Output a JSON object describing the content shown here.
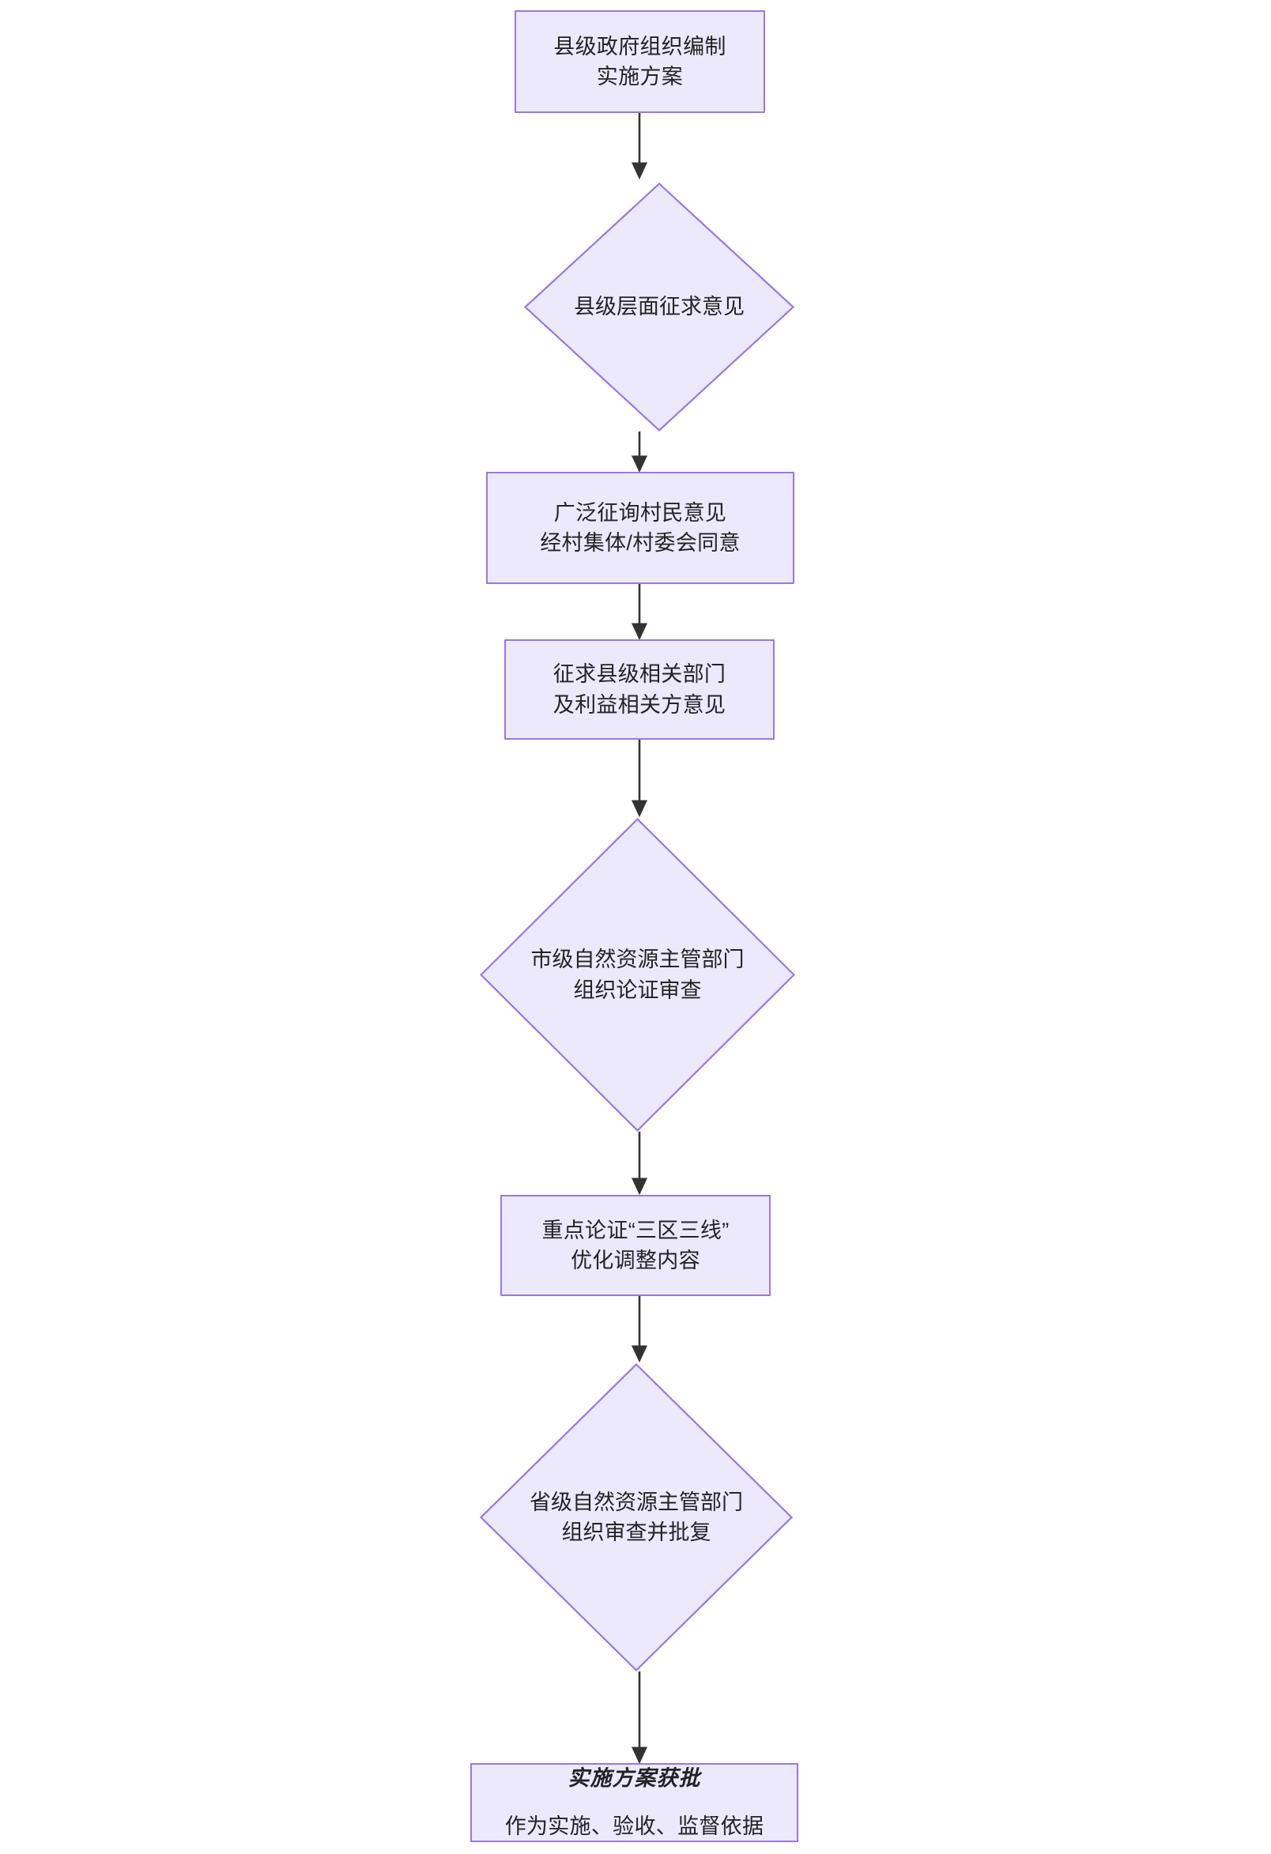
{
  "diagram": {
    "type": "flowchart",
    "orientation": "top-to-bottom",
    "theme": {
      "node_fill": "#ebe9fb",
      "node_border": "#9a77e3",
      "edge_color": "#333333",
      "text_color": "#232327",
      "background": "#ffffff"
    },
    "nodes": [
      {
        "id": "n1",
        "shape": "rect",
        "text": "县级政府组织编制\n实施方案",
        "lines": [
          "县级政府组织编制",
          "实施方案"
        ]
      },
      {
        "id": "n2",
        "shape": "diamond",
        "text": "县级层面征求意见",
        "lines": [
          "县级层面征求意见"
        ]
      },
      {
        "id": "n3",
        "shape": "rect",
        "text": "广泛征询村民意见\n经村集体/村委会同意",
        "lines": [
          "广泛征询村民意见",
          "经村集体/村委会同意"
        ]
      },
      {
        "id": "n4",
        "shape": "rect",
        "text": "征求县级相关部门\n及利益相关方意见",
        "lines": [
          "征求县级相关部门",
          "及利益相关方意见"
        ]
      },
      {
        "id": "n5",
        "shape": "diamond",
        "text": "市级自然资源主管部门\n组织论证审查",
        "lines": [
          "市级自然资源主管部门",
          "组织论证审查"
        ]
      },
      {
        "id": "n6",
        "shape": "rect",
        "text": "重点论证“三区三线”\n优化调整内容",
        "lines": [
          "重点论证“三区三线”",
          "优化调整内容"
        ]
      },
      {
        "id": "n7",
        "shape": "diamond",
        "text": "省级自然资源主管部门\n组织审查并批复",
        "lines": [
          "省级自然资源主管部门",
          "组织审查并批复"
        ]
      },
      {
        "id": "n8",
        "shape": "rect",
        "emphasis": true,
        "title": "实施方案获批",
        "subtitle": "作为实施、验收、监督依据"
      }
    ],
    "edges": [
      {
        "from": "n1",
        "to": "n2",
        "label": ""
      },
      {
        "from": "n2",
        "to": "n3",
        "label": ""
      },
      {
        "from": "n3",
        "to": "n4",
        "label": ""
      },
      {
        "from": "n4",
        "to": "n5",
        "label": ""
      },
      {
        "from": "n5",
        "to": "n6",
        "label": ""
      },
      {
        "from": "n6",
        "to": "n7",
        "label": ""
      },
      {
        "from": "n7",
        "to": "n8",
        "label": ""
      }
    ]
  }
}
